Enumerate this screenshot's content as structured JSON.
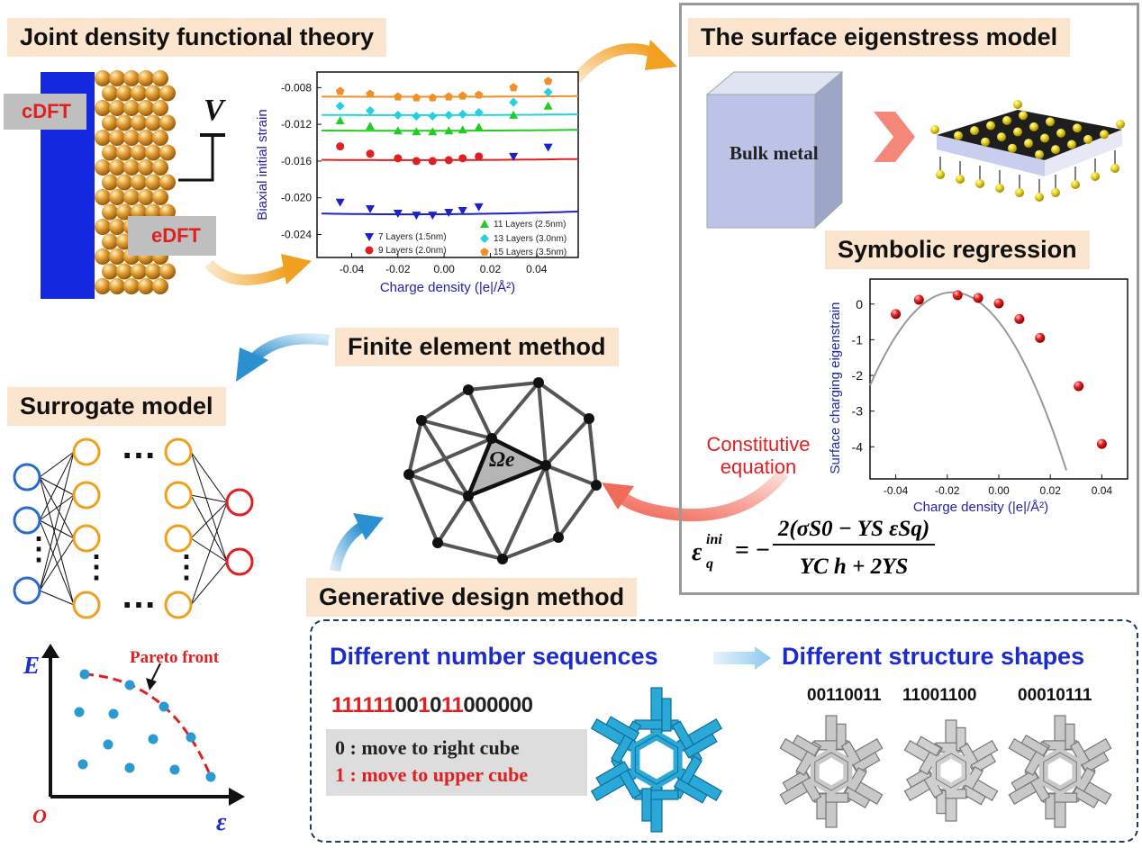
{
  "headers": {
    "jdft": "Joint density functional theory",
    "surface": "The surface eigenstress model",
    "symbolic": "Symbolic regression",
    "fem": "Finite element method",
    "surrogate": "Surrogate model",
    "generative": "Generative design method"
  },
  "jdft_panel": {
    "cdft": "cDFT",
    "edft": "eDFT",
    "voltage": "V"
  },
  "surface_panel": {
    "bulk_label": "Bulk metal"
  },
  "fem_panel": {
    "element_label": "Ωe",
    "constitutive_line1": "Constitutive",
    "constitutive_line2": "equation"
  },
  "equation": {
    "lhs": "ε",
    "lhs_sup": "ini",
    "lhs_sub": "q",
    "numerator": "2(σS0 − YS εSq)",
    "denominator": "YC h + 2YS"
  },
  "surrogate_panel": {
    "dots_h": "…",
    "dots_v": "⋮",
    "pareto_label": "Pareto front",
    "axis_y": "E",
    "axis_x": "ε",
    "origin": "O"
  },
  "generative_panel": {
    "seq_title": "Different number sequences",
    "shape_title": "Different structure shapes",
    "sequence_chars": [
      "1",
      "1",
      "1",
      "1",
      "1",
      "1",
      "0",
      "0",
      "1",
      "0",
      "1",
      "1",
      "0",
      "0",
      "0",
      "0",
      "0",
      "0"
    ],
    "legend0": "0 : move to right cube",
    "legend1": "1 : move to upper cube",
    "shape_codes": [
      "00110011",
      "11001100",
      "00010111"
    ]
  },
  "colors": {
    "header_bg": "#fbe5cf",
    "blue_strip": "#1428e0",
    "gold": "#d9901a",
    "heading_blue": "#1c2ccc",
    "red": "#d62020",
    "teal": "#2aa9d8"
  },
  "chart_data": [
    {
      "type": "scatter",
      "xlabel": "Charge density (|e|/Å²)",
      "ylabel": "Biaxial initial strain",
      "xlim": [
        -0.055,
        0.058
      ],
      "ylim": [
        -0.0265,
        -0.0063
      ],
      "xticks": [
        -0.04,
        -0.02,
        0.0,
        0.02,
        0.04
      ],
      "xtick_labels": [
        "-0.04",
        "-0.02",
        "0.00",
        "0.02",
        "0.04"
      ],
      "yticks": [
        -0.008,
        -0.012,
        -0.016,
        -0.02,
        -0.024
      ],
      "ytick_labels": [
        "-0.008",
        "-0.012",
        "-0.016",
        "-0.020",
        "-0.024"
      ],
      "series": [
        {
          "name": "7 Layers (1.5nm)",
          "color": "#1a22c8",
          "marker": "tri-down",
          "x": [
            -0.045,
            -0.032,
            -0.02,
            -0.012,
            -0.005,
            0.002,
            0.008,
            0.015,
            0.03,
            0.045
          ],
          "y": [
            -0.0205,
            -0.0212,
            -0.0217,
            -0.0219,
            -0.0219,
            -0.0216,
            -0.0214,
            -0.021,
            -0.0155,
            -0.0145
          ],
          "fit": [
            0.022,
            -0.0218,
            0.0
          ]
        },
        {
          "name": "9 Layers (2.0nm)",
          "color": "#e02020",
          "marker": "circle",
          "x": [
            -0.045,
            -0.032,
            -0.02,
            -0.012,
            -0.005,
            0.002,
            0.008,
            0.015
          ],
          "y": [
            -0.0144,
            -0.0152,
            -0.0157,
            -0.016,
            -0.016,
            -0.0159,
            -0.0157,
            -0.0155
          ],
          "fit": [
            0.016,
            -0.0159,
            0.0
          ]
        },
        {
          "name": "11 Layers (2.5nm)",
          "color": "#22cc22",
          "marker": "tri-up",
          "x": [
            -0.045,
            -0.032,
            -0.02,
            -0.012,
            -0.005,
            0.002,
            0.008,
            0.015,
            0.03,
            0.045
          ],
          "y": [
            -0.0116,
            -0.0122,
            -0.0127,
            -0.0128,
            -0.0128,
            -0.0127,
            -0.0126,
            -0.0123,
            -0.011,
            -0.01
          ],
          "fit": [
            0.0128,
            -0.0127,
            0.0
          ]
        },
        {
          "name": "13 Layers (3.0nm)",
          "color": "#22d0e0",
          "marker": "diamond",
          "x": [
            -0.045,
            -0.032,
            -0.02,
            -0.012,
            -0.005,
            0.002,
            0.008,
            0.015,
            0.03,
            0.045
          ],
          "y": [
            -0.01,
            -0.0105,
            -0.011,
            -0.0111,
            -0.0111,
            -0.011,
            -0.0109,
            -0.0107,
            -0.0096,
            -0.0085
          ],
          "fit": [
            0.011,
            -0.011,
            0.0
          ]
        },
        {
          "name": "15 Layers (3.5nm)",
          "color": "#f0902a",
          "marker": "pentagon",
          "x": [
            -0.045,
            -0.032,
            -0.02,
            -0.012,
            -0.005,
            0.002,
            0.008,
            0.015,
            0.03,
            0.045
          ],
          "y": [
            -0.0084,
            -0.0087,
            -0.009,
            -0.0091,
            -0.0091,
            -0.009,
            -0.0089,
            -0.0088,
            -0.008,
            -0.0073
          ],
          "fit": [
            0.009,
            -0.009,
            0.0
          ]
        }
      ]
    },
    {
      "type": "scatter",
      "xlabel": "Charge density (|e|/Å²)",
      "ylabel": "Surface charging eigenstrain",
      "xlim": [
        -0.05,
        0.05
      ],
      "ylim": [
        -4.9,
        0.7
      ],
      "xticks": [
        -0.04,
        -0.02,
        0.0,
        0.02,
        0.04
      ],
      "xtick_labels": [
        "-0.04",
        "-0.02",
        "0.00",
        "0.02",
        "0.04"
      ],
      "yticks": [
        0,
        -1,
        -2,
        -3,
        -4
      ],
      "ytick_labels": [
        "0",
        "-1",
        "-2",
        "-3",
        "-4"
      ],
      "series": [
        {
          "color": "#e01818",
          "marker": "sphere",
          "x": [
            -0.04,
            -0.031,
            -0.016,
            -0.008,
            0.0,
            0.008,
            0.016,
            0.031,
            0.04
          ],
          "y": [
            -0.28,
            0.12,
            0.25,
            0.17,
            0.02,
            -0.42,
            -0.95,
            -2.3,
            -3.92
          ],
          "fit": [
            -2550,
            -0.018,
            0.33
          ]
        }
      ]
    }
  ]
}
